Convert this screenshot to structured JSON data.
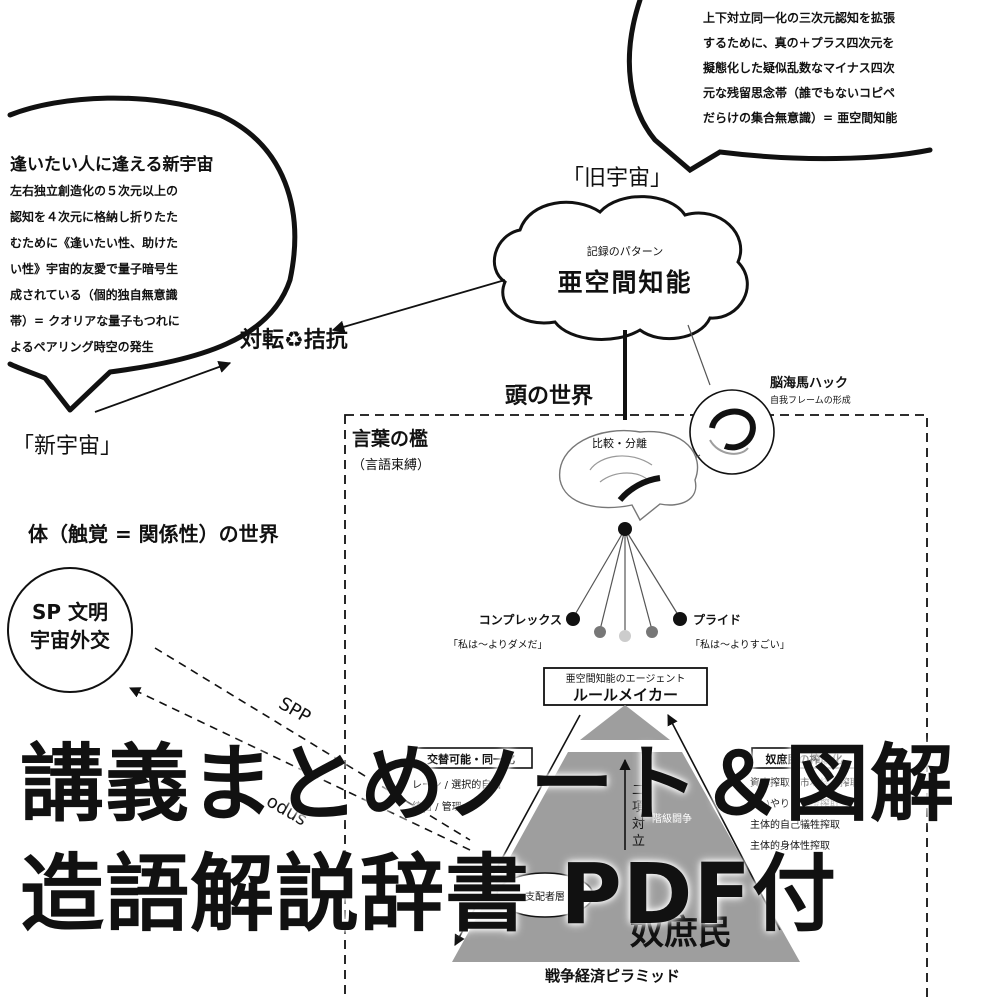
{
  "colors": {
    "ink": "#111111",
    "gray": "#9e9e9e",
    "light_gray": "#cccccc",
    "bg": "#ffffff"
  },
  "old_universe": {
    "bubble_text": [
      "上下対立同一化の三次元認知を拡張",
      "するために、真の＋プラス四次元を",
      "擬態化した疑似乱数なマイナス四次",
      "元な残留思念帯（誰でもないコピペ",
      "だらけの集合無意識）= 亜空間知能"
    ],
    "label": "「旧宇宙」",
    "cloud_small": "記録のパターン",
    "cloud_big": "亜空間知能"
  },
  "new_universe": {
    "bubble_title": "逢いたい人に逢える新宇宙",
    "bubble_text": [
      "左右独立創造化の５次元以上の",
      "認知を４次元に格納し折りたた",
      "むために《逢いたい性、助けた",
      "い性》宇宙的友愛で量子暗号生",
      "成されている（個的独自無意識",
      "帯）= クオリアな量子もつれに",
      "よるペアリング時空の発生"
    ],
    "label": "「新宇宙」"
  },
  "middle": {
    "taiten": "対転♻拮抗",
    "head_world": "頭の世界",
    "body_world": "体（触覚 = 関係性）の世界"
  },
  "hippocampus": {
    "title": "脳海馬ハック",
    "subtitle": "自我フレームの形成"
  },
  "cage": {
    "title": "言葉の檻",
    "subtitle": "（言語束縛）",
    "brain_label": "比較・分離",
    "complex": "コンプレックス",
    "complex_quote": "「私は〜よりダメだ」",
    "pride": "プライド",
    "pride_quote": "「私は〜よりすごい」",
    "agent_small": "亜空間知能のエージェント",
    "agent_big": "ルールメイカー"
  },
  "sp": {
    "line1": "SP 文明",
    "line2": "宇宙外交",
    "spp": "SPP",
    "modus": "odus"
  },
  "pyramid": {
    "left_box": "交替可能・同一化",
    "left_lines": [
      "レーン / 選択的自由",
      "統治 / 管理"
    ],
    "right_box": "奴庶民の搾取化",
    "right_lines": [
      "資本搾取 / 市場経済搾取",
      "思いやり / 支援搾取",
      "主体的自己犠牲搾取",
      "主体的身体性搾取"
    ],
    "vertical_text": "二項対立",
    "class_struggle": "階級闘争",
    "oval_label": "支配者層",
    "bottom_big": "奴庶民",
    "caption": "戦争経済ピラミッド"
  },
  "overlay": {
    "line1": "講義まとめノート＆図解",
    "line2": "造語解説辞書 PDF付"
  }
}
